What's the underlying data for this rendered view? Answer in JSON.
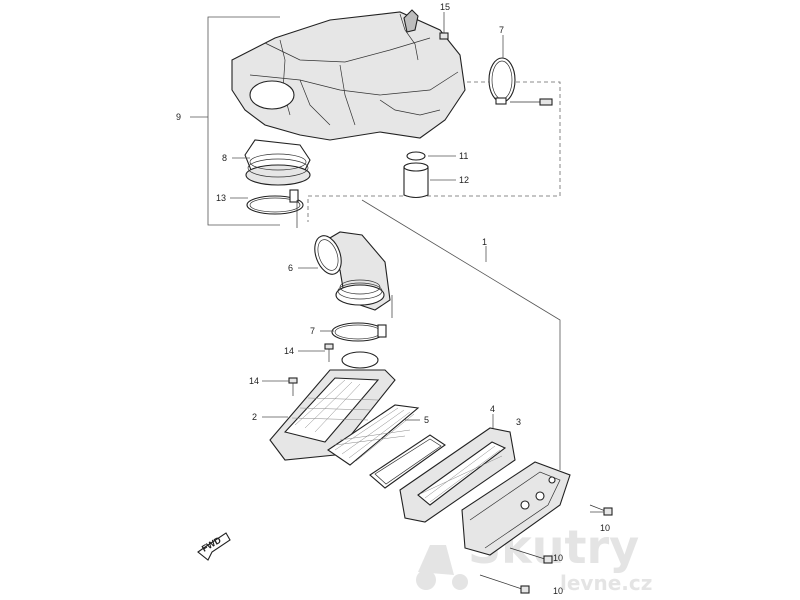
{
  "callouts": {
    "c15": "15",
    "c7a": "7",
    "c9": "9",
    "c8": "8",
    "c11": "11",
    "c12": "12",
    "c13": "13",
    "c1": "1",
    "c6": "6",
    "c7b": "7",
    "c14a": "14",
    "c14b": "14",
    "c2": "2",
    "c5": "5",
    "c4": "4",
    "c3": "3",
    "c10a": "10",
    "c10b": "10",
    "c10c": "10"
  },
  "fwd_label": "FWD",
  "watermark": {
    "top": "Skutry",
    "bottom": "levne.cz"
  },
  "colors": {
    "line": "#222222",
    "part_fill": "#e6e6e6",
    "watermark": "#e4e4e4"
  }
}
